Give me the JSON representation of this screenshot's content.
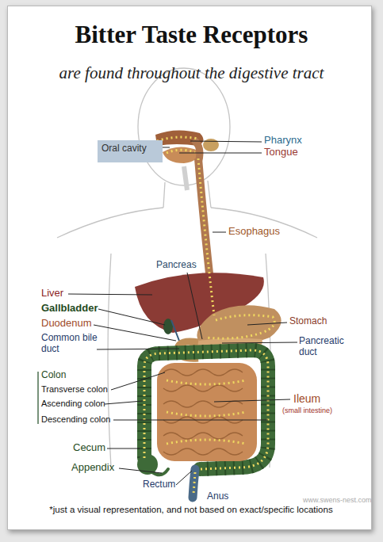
{
  "diagram": {
    "title": "Bitter Taste Receptors",
    "caption": "*just a visual representation, and not based on exact/specific locations",
    "nodes": [
      {
        "text": [
          "Oral cavity"
        ]
      }
    ],
    "labels": [
      "are found throughout the digestive tract",
      "Pharynx",
      "Tongue",
      "Esophagus",
      "Pancreas",
      "Liver",
      "Gallbladder",
      "Duodenum",
      "Stomach",
      "Common bile duct",
      "Pancreatic duct",
      "Colon",
      "Transverse colon",
      "Ileum",
      "(small intestine)",
      "Ascending colon",
      "Descending colon",
      "Cecum",
      "Appendix",
      "Rectum",
      "www.swens-nest.com",
      "Anus"
    ]
  }
}
